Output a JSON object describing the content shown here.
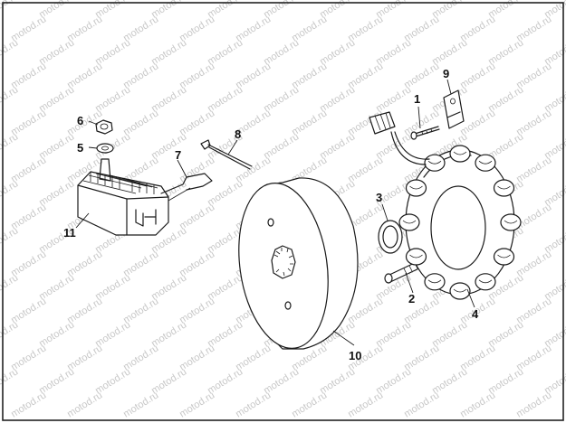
{
  "watermark": {
    "text": "motod.ru"
  },
  "callouts": [
    {
      "id": "1",
      "label": "1",
      "part": "screw"
    },
    {
      "id": "2",
      "label": "2",
      "part": "bolt"
    },
    {
      "id": "3",
      "label": "3",
      "part": "gasket-ring"
    },
    {
      "id": "4",
      "label": "4",
      "part": "stator"
    },
    {
      "id": "5",
      "label": "5",
      "part": "washer"
    },
    {
      "id": "6",
      "label": "6",
      "part": "nut"
    },
    {
      "id": "7",
      "label": "7",
      "part": "wire-harness"
    },
    {
      "id": "8",
      "label": "8",
      "part": "cable-tie"
    },
    {
      "id": "9",
      "label": "9",
      "part": "clamp-plate"
    },
    {
      "id": "10",
      "label": "10",
      "part": "flywheel-rotor"
    },
    {
      "id": "11",
      "label": "11",
      "part": "regulator-rectifier"
    }
  ]
}
